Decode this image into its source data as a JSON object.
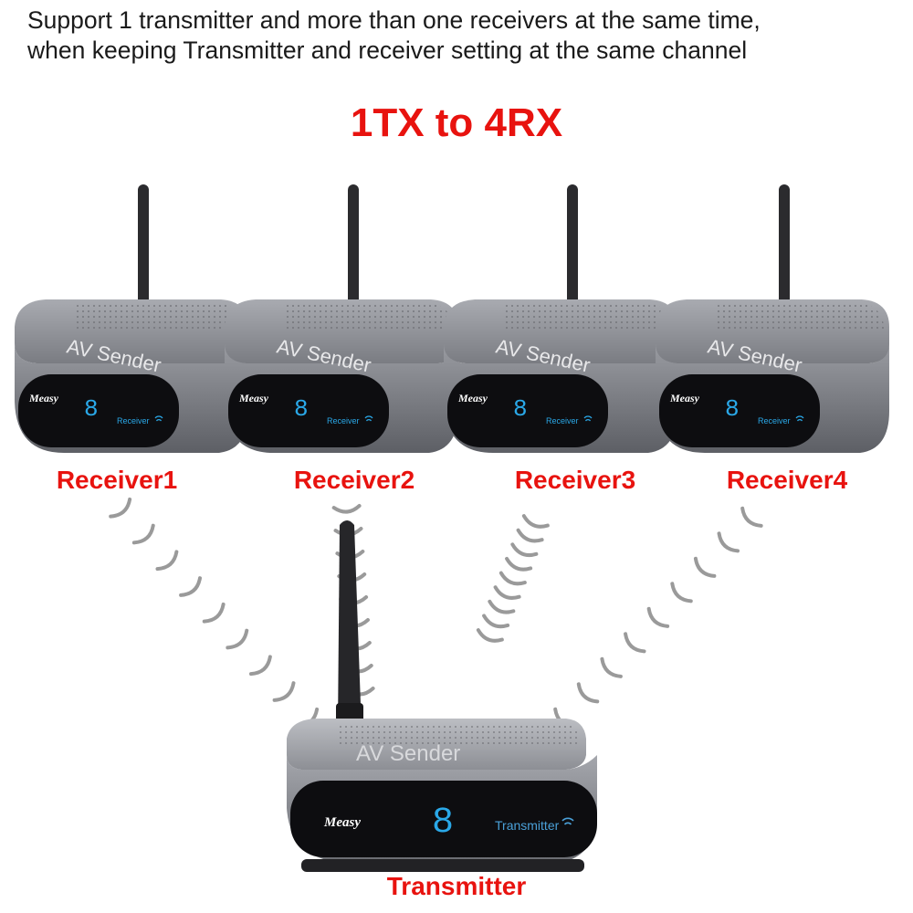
{
  "headline": {
    "line1": "Support 1 transmitter and more than one receivers at the same time,",
    "line2": "when keeping Transmitter and receiver setting at the same channel"
  },
  "title": "1TX to 4RX",
  "device_branding": {
    "logo": "Measy",
    "top_text": "AV Sender",
    "channel_digit": "8",
    "wifi_icon": "wifi-icon"
  },
  "receivers": [
    {
      "label": "Receiver1",
      "badge": "Receiver"
    },
    {
      "label": "Receiver2",
      "badge": "Receiver"
    },
    {
      "label": "Receiver3",
      "badge": "Receiver"
    },
    {
      "label": "Receiver4",
      "badge": "Receiver"
    }
  ],
  "transmitter": {
    "label": "Transmitter",
    "badge": "Transmitter"
  },
  "colors": {
    "label_red": "#e8130f",
    "digit_cyan": "#2aa8e8",
    "body_silver": "#8e9096",
    "panel_black": "#0d0d10"
  }
}
